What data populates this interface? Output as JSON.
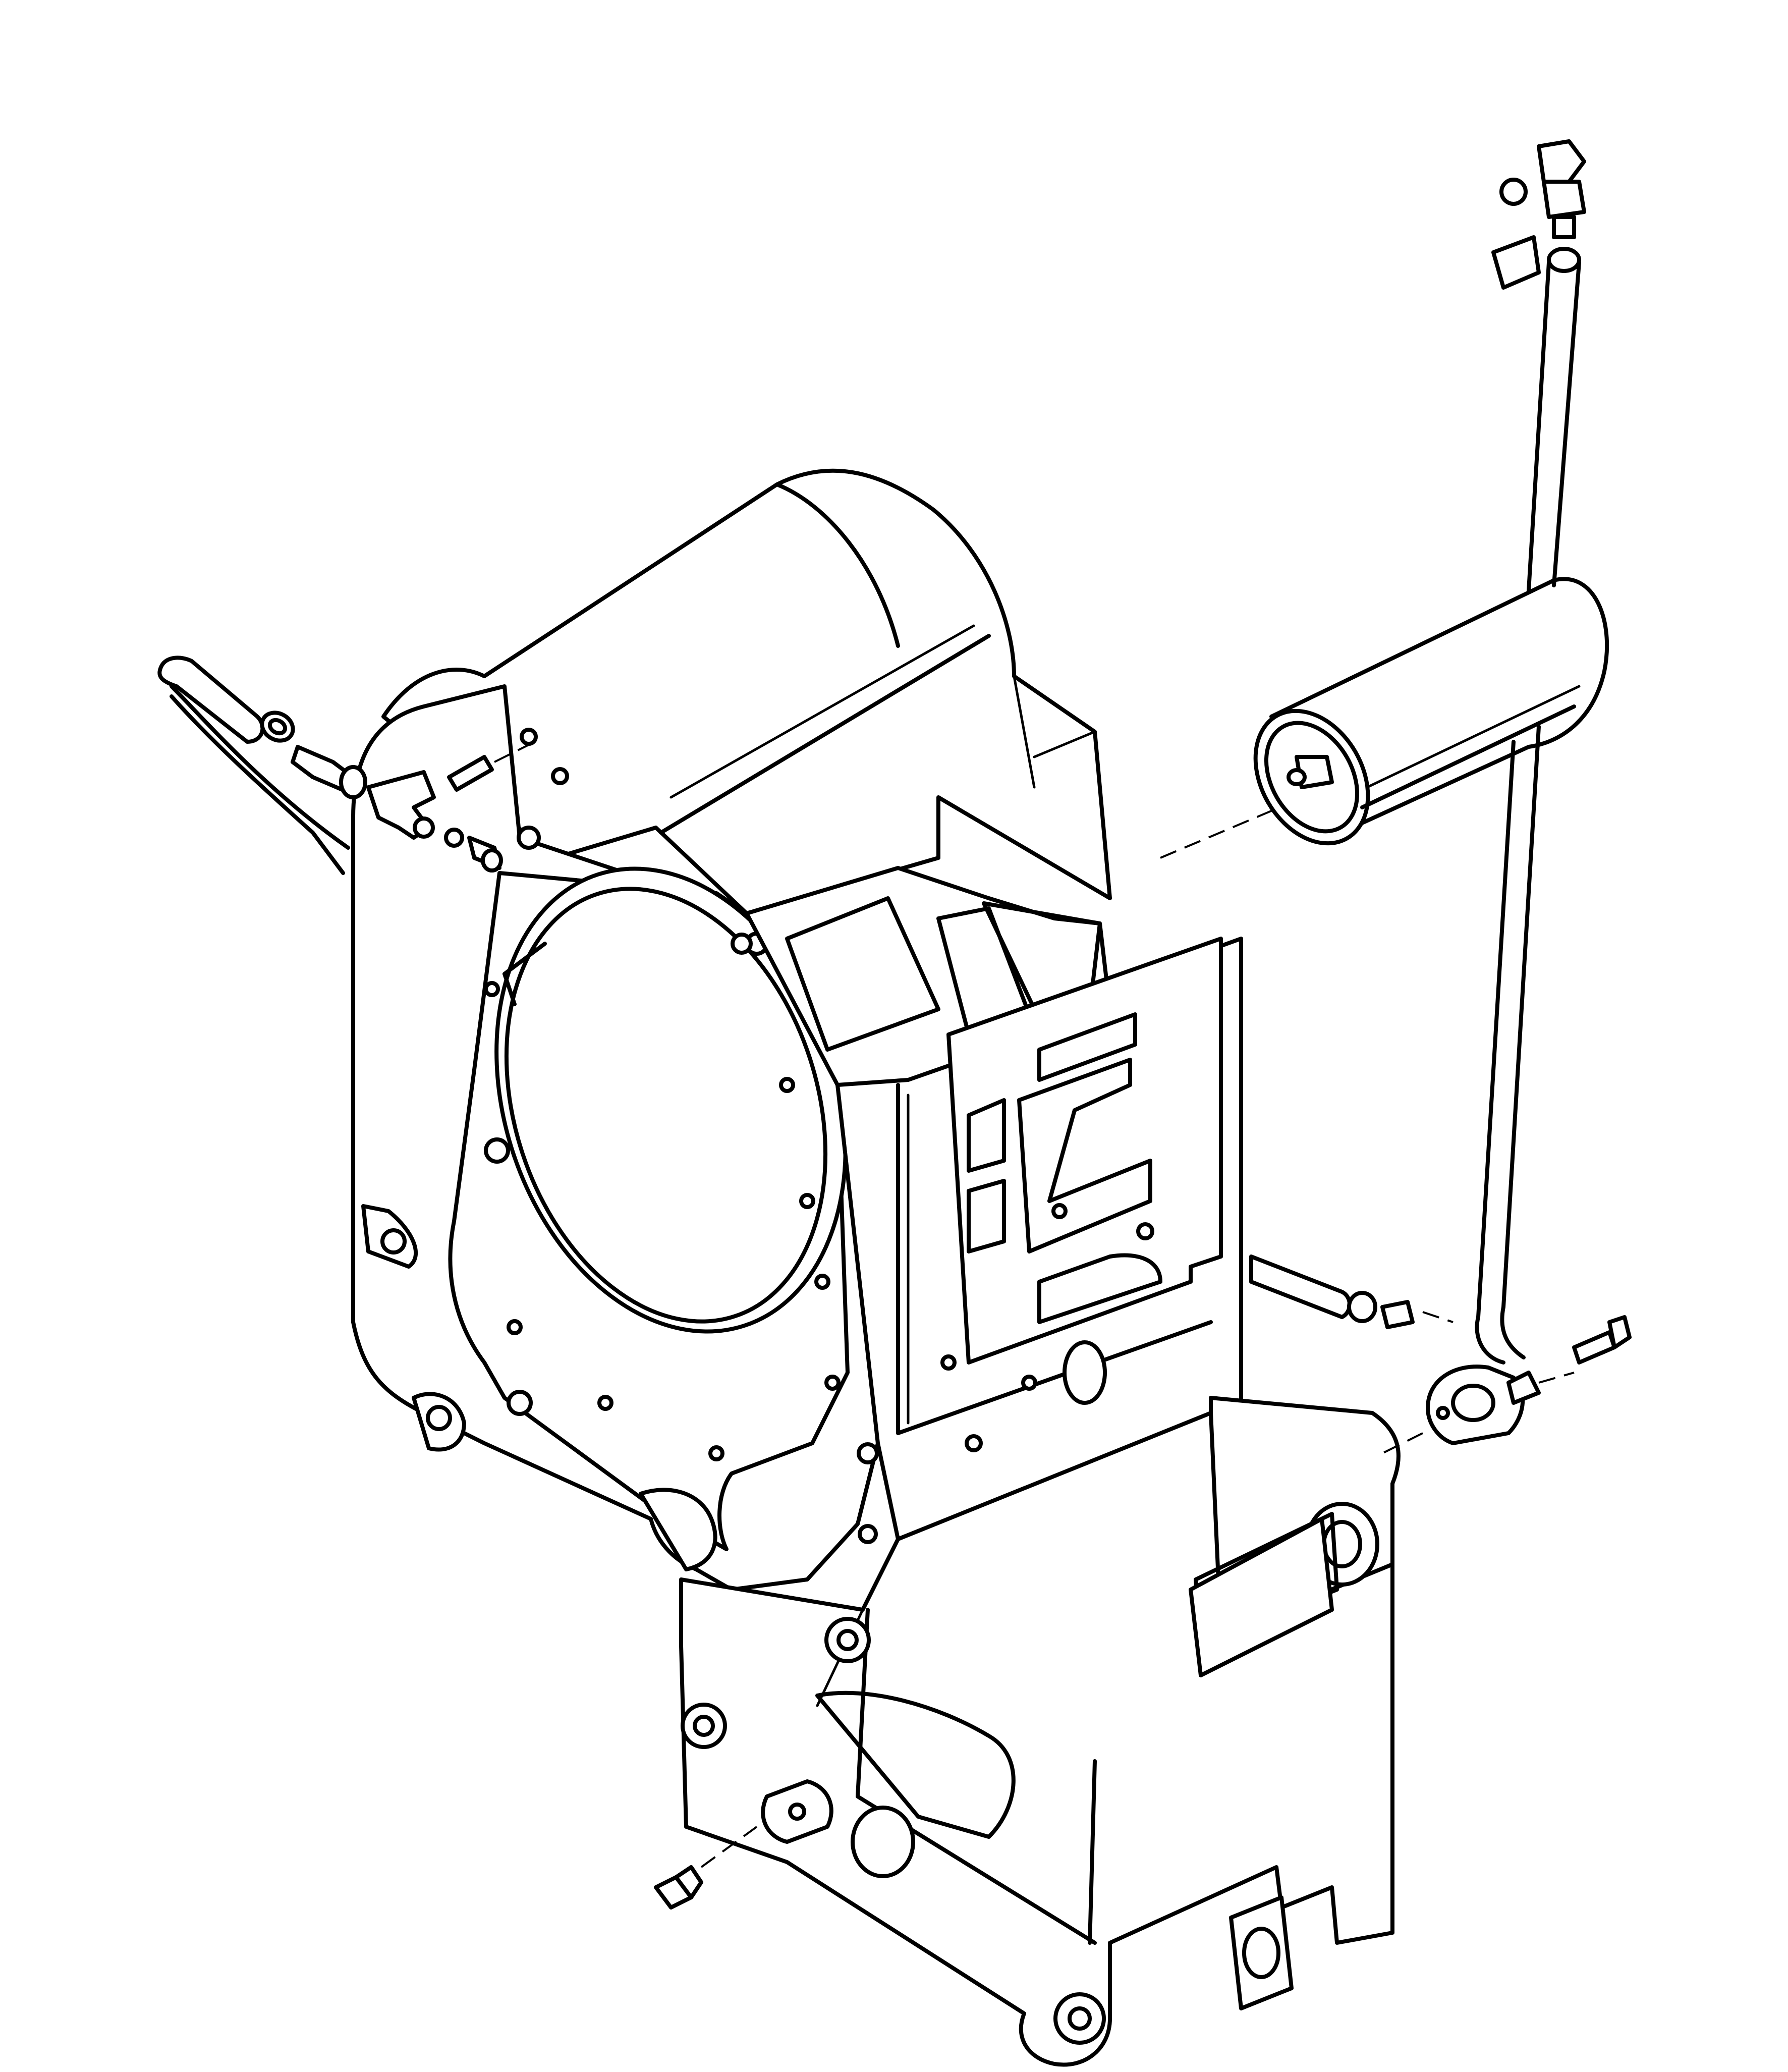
{
  "diagram": {
    "background": "#ffffff",
    "line_color": "#000000",
    "parts": [
      "transmission-housing",
      "oil-filter",
      "dipstick-tube",
      "dipstick-cap",
      "flange-fitting",
      "mounting-bolt",
      "hose",
      "hose-clamp",
      "tee-fitting",
      "stud",
      "adapter-fitting",
      "drain-plug",
      "drain-cover-plate",
      "control-valve-plate",
      "pump-opening"
    ]
  }
}
